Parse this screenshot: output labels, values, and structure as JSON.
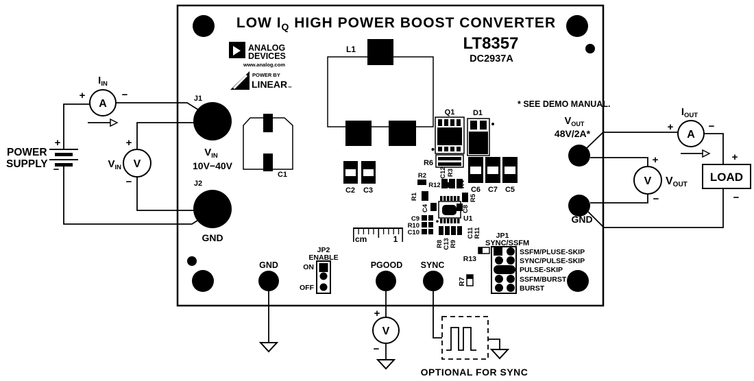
{
  "colors": {
    "ink": "#000000",
    "bg": "#ffffff"
  },
  "header": {
    "title_prefix": "LOW I",
    "title_sub": "Q",
    "title_suffix": " HIGH POWER BOOST CONVERTER",
    "part": "LT8357",
    "demo": "DC2937A",
    "note": "* SEE DEMO MANUAL."
  },
  "logo": {
    "analog": "ANALOG",
    "devices": "DEVICES",
    "url": "www.analog.com",
    "power_by": "POWER BY",
    "linear": "LINEAR",
    "tm": "™"
  },
  "input": {
    "supply1": "POWER",
    "supply2": "SUPPLY",
    "iin_prefix": "I",
    "iin_sub": "IN",
    "iin_glyph": "A",
    "vin_prefix": "V",
    "vin_sub": "IN",
    "vin_glyph": "V"
  },
  "pads": {
    "j1": "J1",
    "j1_name_prefix": "V",
    "j1_name_sub": "IN",
    "j1_range": "10V−40V",
    "j2": "J2",
    "j2_name": "GND",
    "gnd": "GND",
    "pgood": "PGOOD",
    "sync": "SYNC",
    "vout_prefix": "V",
    "vout_sub": "OUT",
    "vout_rating": "48V/2A*",
    "vout_gnd": "GND"
  },
  "jp2": {
    "name": "JP2",
    "label": "ENABLE",
    "on": "ON",
    "off": "OFF"
  },
  "jp1": {
    "name": "JP1",
    "label": "SYNC/SSFM",
    "options": [
      "SSFM/PLUSE-SKIP",
      "SYNC/PULSE-SKIP",
      "PULSE-SKIP",
      "SSFM/BURST",
      "BURST"
    ]
  },
  "ruler": {
    "unit": "cm",
    "mark": "1"
  },
  "output": {
    "iout_prefix": "I",
    "iout_sub": "OUT",
    "iout_glyph": "A",
    "vout_prefix": "V",
    "vout_sub": "OUT",
    "vout_glyph": "V",
    "pgood_glyph": "V",
    "load": "LOAD",
    "optional": "OPTIONAL FOR SYNC"
  },
  "refdes": {
    "l1": "L1",
    "c1": "C1",
    "c2": "C2",
    "c3": "C3",
    "q1": "Q1",
    "d1": "D1",
    "r6": "R6",
    "c6": "C6",
    "c7": "C7",
    "c5": "C5",
    "u1": "U1",
    "r1": "R1",
    "r2": "R2",
    "r12": "R12",
    "c4": "C4",
    "c12": "C12",
    "r3": "R3",
    "r4": "R4",
    "r5": "R5",
    "c8": "C8",
    "c9": "C9",
    "r10": "R10",
    "c10": "C10",
    "c11": "C11",
    "r11": "R11",
    "r8": "R8",
    "c13": "C13",
    "r9": "R9",
    "r13": "R13",
    "r7": "R7"
  },
  "signs": {
    "plus": "+",
    "minus": "−"
  }
}
